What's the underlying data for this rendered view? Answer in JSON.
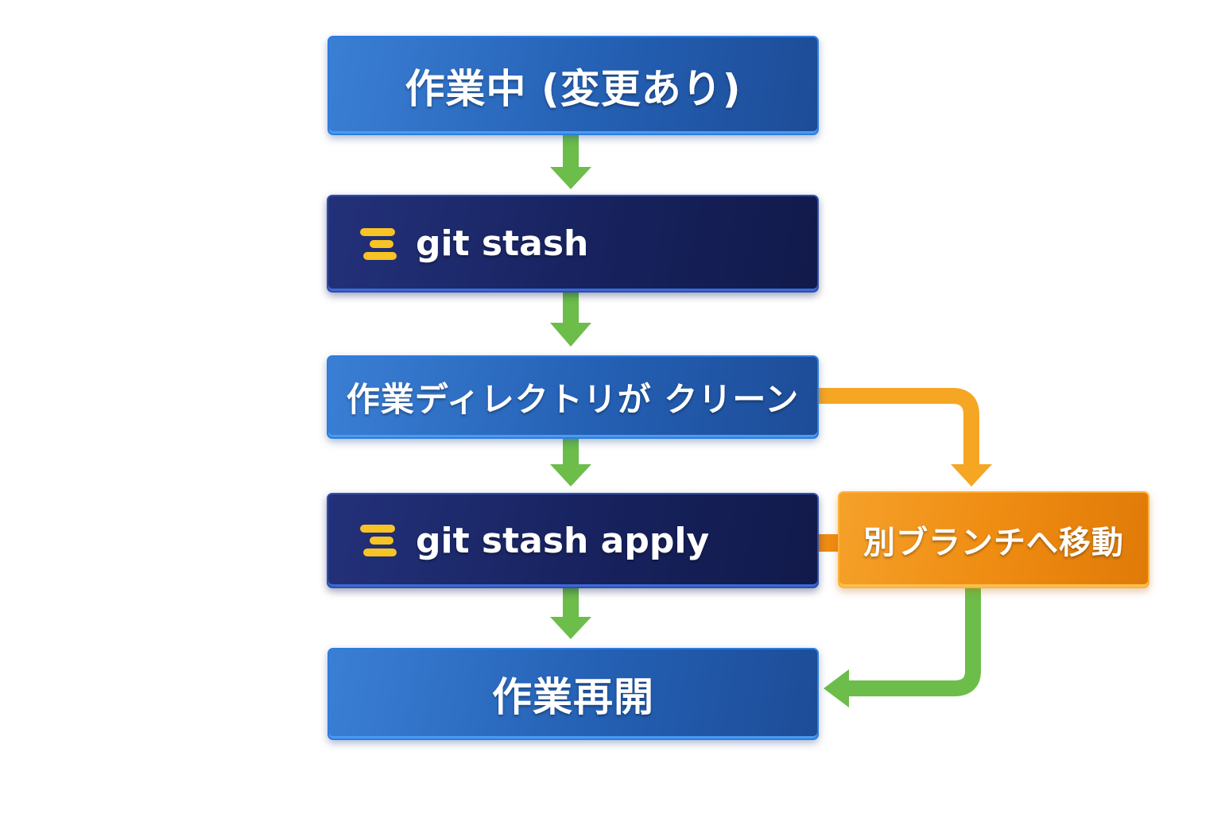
{
  "colors": {
    "step_blue": "#2a67bd",
    "step_navy": "#18235f",
    "side_orange": "#ef8c12",
    "arrow_green": "#6cbd4a",
    "arrow_orange": "#f5a623",
    "icon_yellow": "#f7c325"
  },
  "nodes": {
    "working": {
      "label": "作業中 (変更あり)"
    },
    "stash": {
      "label": "git stash",
      "icon": "stash-icon"
    },
    "clean": {
      "label": "作業ディレクトリが クリーン"
    },
    "apply": {
      "label": "git stash apply",
      "icon": "stash-icon"
    },
    "resume": {
      "label": "作業再開"
    },
    "switch_branch": {
      "label": "別ブランチへ移動"
    }
  }
}
